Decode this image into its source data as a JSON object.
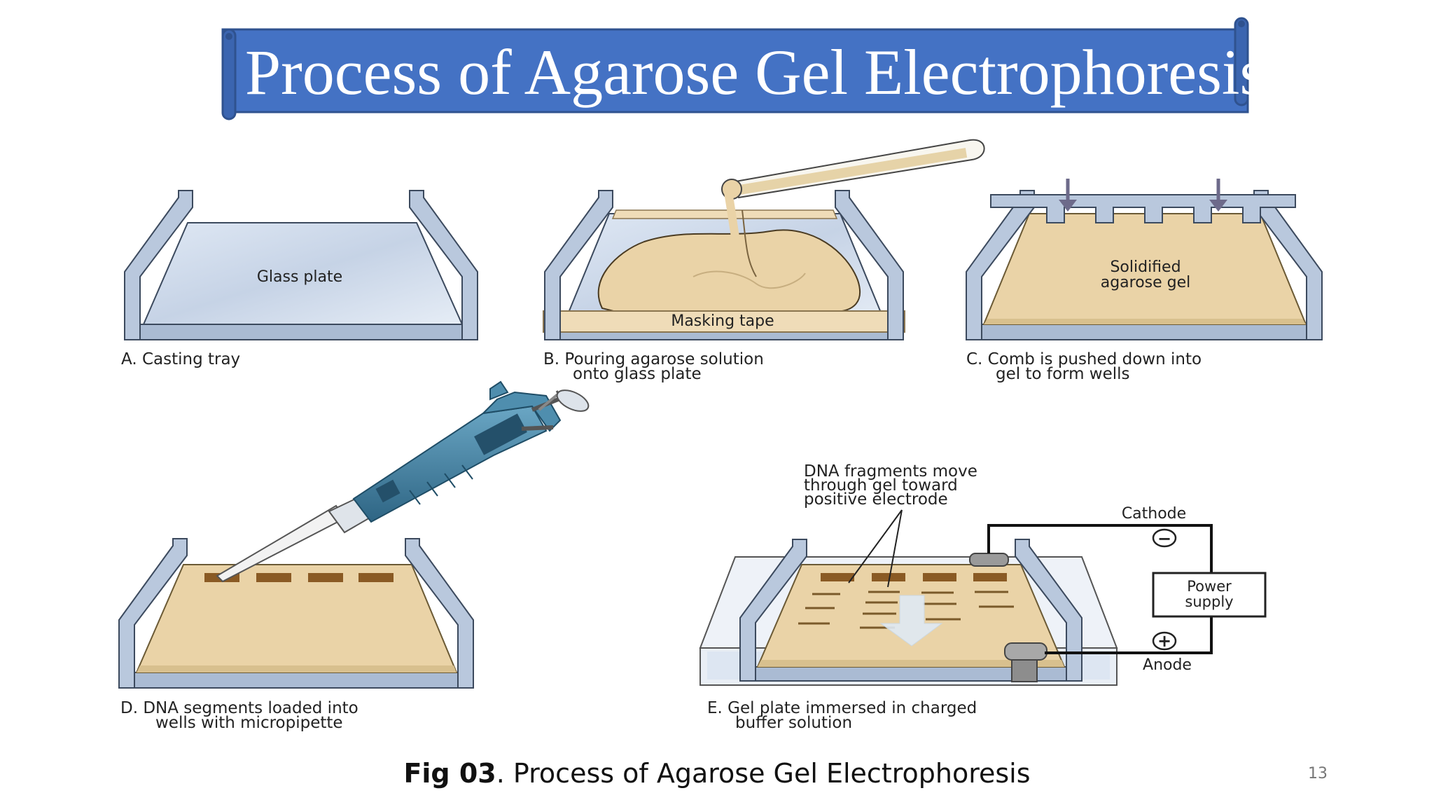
{
  "slide": {
    "title": "Process of Agarose Gel Electrophoresis",
    "caption_prefix": "Fig 03",
    "caption_text": ". Process of Agarose Gel Electrophoresis",
    "page_number": "13"
  },
  "panels": {
    "a": {
      "caption": "A. Casting tray",
      "label": "Glass plate"
    },
    "b": {
      "caption_line1": "B. Pouring agarose solution",
      "caption_line2": "onto glass plate",
      "label": "Masking tape"
    },
    "c": {
      "caption_line1": "C. Comb is pushed down into",
      "caption_line2": "gel to form wells",
      "label_line1": "Solidified",
      "label_line2": "agarose gel"
    },
    "d": {
      "caption_line1": "D.  DNA segments loaded into",
      "caption_line2": "wells with micropipette"
    },
    "e": {
      "caption_line1": "E. Gel plate immersed in charged",
      "caption_line2": "buffer solution",
      "note_line1": "DNA fragments move",
      "note_line2": "through gel toward",
      "note_line3": "positive electrode",
      "cathode": "Cathode",
      "anode": "Anode",
      "power_line1": "Power",
      "power_line2": "supply",
      "minus_symbol": "−",
      "plus_symbol": "+"
    }
  },
  "colors": {
    "banner": "#4472c4",
    "gel": "#ead3a7",
    "tray": "#b9c8dd",
    "pipette": "#3f7fa0",
    "well": "#8a5a24"
  }
}
